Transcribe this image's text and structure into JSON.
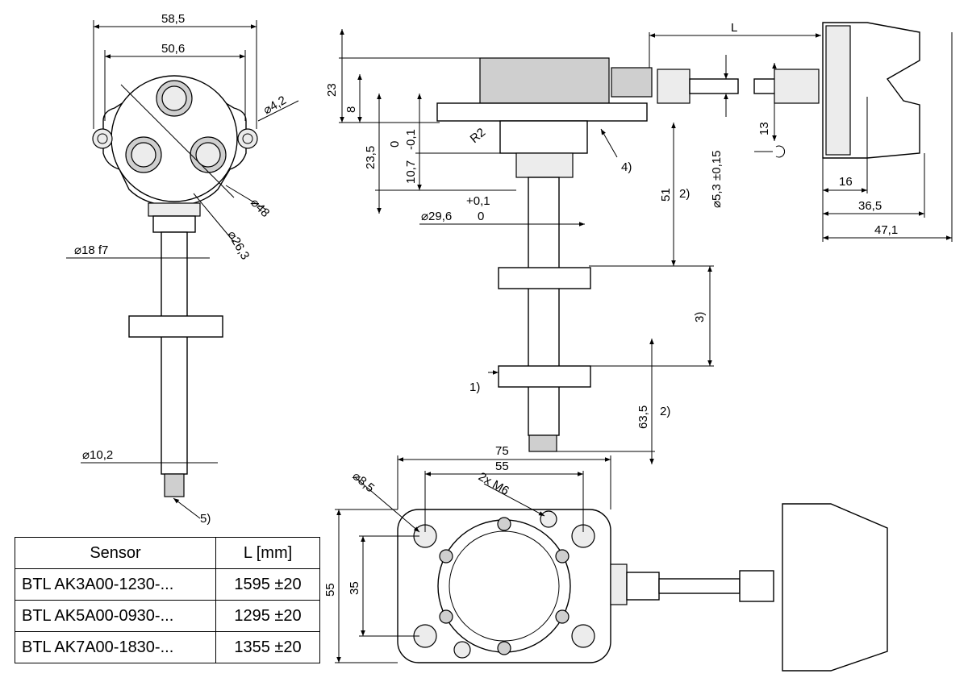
{
  "dimensions": {
    "d58_5": "58,5",
    "d50_6": "50,6",
    "dia4_2": "⌀4,2",
    "dia48": "⌀48",
    "dia26_3": "⌀26,3",
    "dia18f7": "⌀18 f7",
    "dia10_2": "⌀10,2",
    "d23": "23",
    "d8": "8",
    "d23_5": "23,5",
    "tol_0": "0",
    "d10_7": "10,7",
    "tol_m01": "-0,1",
    "r2": "R2",
    "dia29_6": "⌀29,6",
    "tol_p01": "+0,1",
    "d51": "51",
    "d63_5": "63,5",
    "L": "L",
    "dia5_3": "⌀5,3 ±0,15",
    "d13": "13",
    "d16": "16",
    "d36_5": "36,5",
    "d47_1": "47,1",
    "d75": "75",
    "d55w": "55",
    "d2xM6": "2x M6",
    "dia8_5": "⌀8,5",
    "d55h": "55",
    "d35": "35"
  },
  "callouts": {
    "c1": "1)",
    "c2a": "2)",
    "c2b": "2)",
    "c3": "3)",
    "c4": "4)",
    "c5": "5)"
  },
  "table": {
    "headers": [
      "Sensor",
      "L [mm]"
    ],
    "rows": [
      {
        "sensor": "BTL AK3A00-1230-...",
        "length": "1595 ±20"
      },
      {
        "sensor": "BTL AK5A00-0930-...",
        "length": "1295 ±20"
      },
      {
        "sensor": "BTL AK7A00-1830-...",
        "length": "1355 ±20"
      }
    ]
  }
}
